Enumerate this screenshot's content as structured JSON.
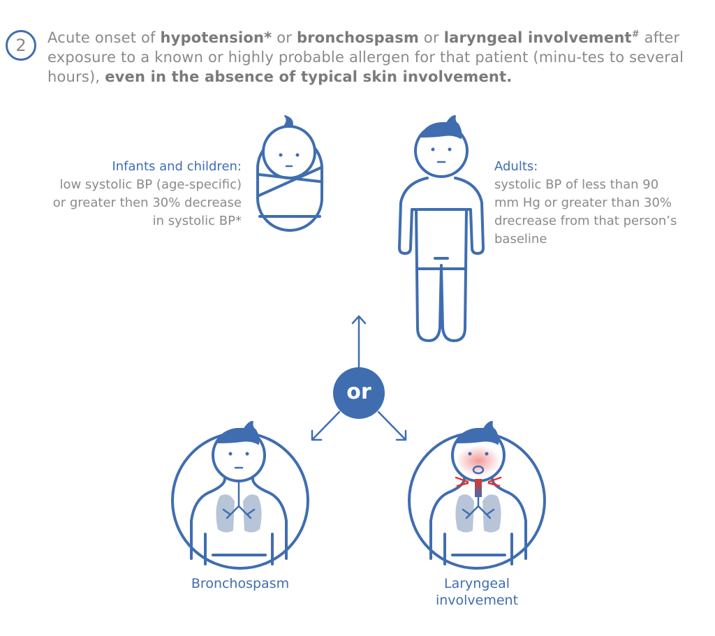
{
  "step": {
    "number": "2"
  },
  "header": {
    "p1": "Acute onset of ",
    "b1": "hypotension*",
    "p2": " or ",
    "b2": "bronchospasm",
    "p3": " or ",
    "b3": "laryngeal involvement",
    "sup": "#",
    "p4": " after exposure to a known or highly probable allergen for that patient (minu-tes to several hours), ",
    "b4": "even in the absence of typical skin involvement."
  },
  "infants": {
    "title": "Infants and children:",
    "lines": [
      "low systolic BP (age-specific)",
      "or greater then 30% decrease",
      "in systolic BP*"
    ]
  },
  "adults": {
    "title": "Adults:",
    "lines": [
      "systolic BP of less than 90",
      "mm Hg or greater than 30%",
      "drecrease from that person’s",
      "baseline"
    ]
  },
  "connector": {
    "label": "or"
  },
  "outcomes": [
    {
      "label": "Bronchospasm"
    },
    {
      "label_line1": "Laryngeal",
      "label_line2": "involvement"
    }
  ],
  "colors": {
    "primary": "#3f6db0",
    "text": "#8a8a8a",
    "lungs": "#b8c4d8",
    "alert": "#e8322a"
  }
}
